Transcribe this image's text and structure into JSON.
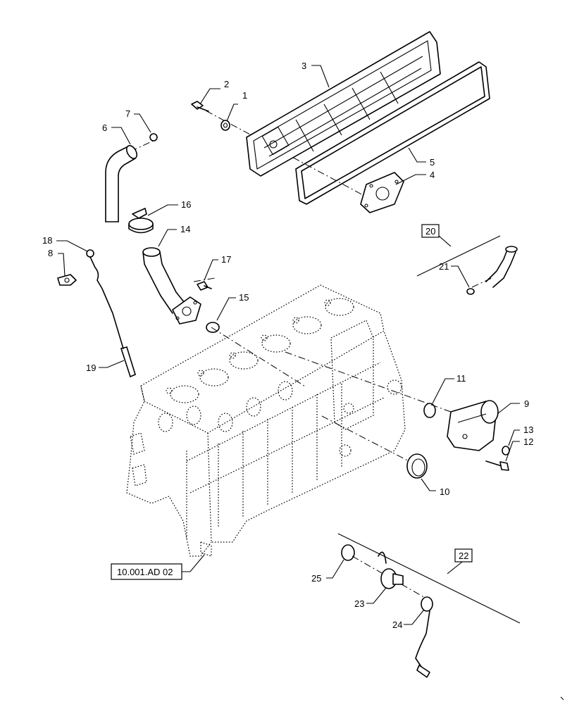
{
  "callouts": {
    "c1": "1",
    "c2": "2",
    "c3": "3",
    "c4": "4",
    "c5": "5",
    "c6": "6",
    "c7": "7",
    "c8": "8",
    "c9": "9",
    "c10": "10",
    "c11": "11",
    "c12": "12",
    "c13": "13",
    "c14": "14",
    "c15": "15",
    "c16": "16",
    "c17": "17",
    "c18": "18",
    "c19": "19",
    "c21": "21",
    "c23": "23",
    "c24": "24",
    "c25": "25"
  },
  "kit_boxes": {
    "k20": "20",
    "k22": "22"
  },
  "reference": {
    "label": "10.001.AD 02"
  }
}
